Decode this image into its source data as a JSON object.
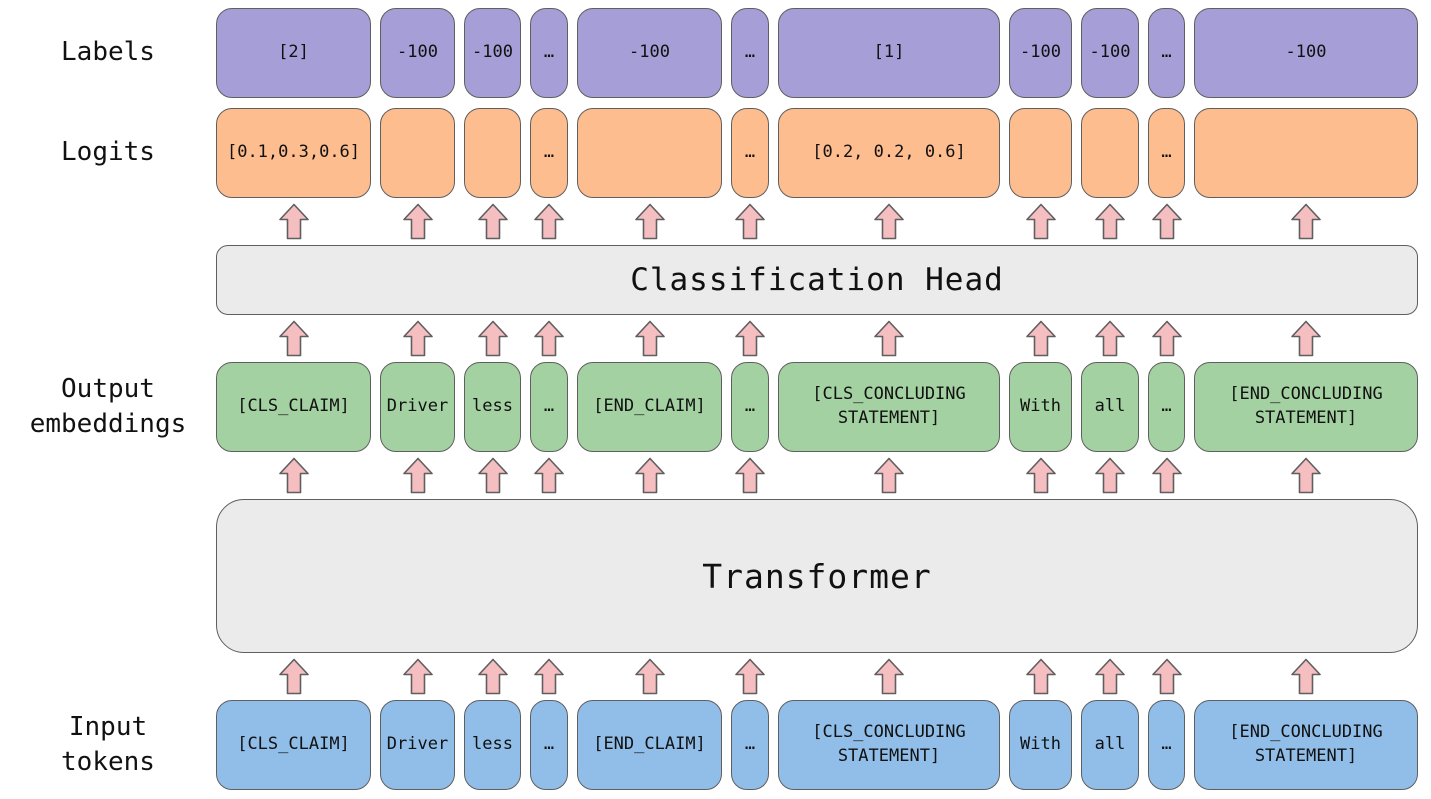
{
  "rows": {
    "labels": {
      "label": "Labels",
      "cells": [
        "[2]",
        "-100",
        "-100",
        "…",
        "-100",
        "…",
        "[1]",
        "-100",
        "-100",
        "…",
        "-100"
      ]
    },
    "logits": {
      "label": "Logits",
      "cells": [
        "[0.1,0.3,0.6]",
        "",
        "",
        "…",
        "",
        "…",
        "[0.2, 0.2, 0.6]",
        "",
        "",
        "…",
        ""
      ]
    },
    "classification_head": {
      "label": "Classification Head"
    },
    "output_embeddings": {
      "label": "Output embeddings",
      "cells": [
        "[CLS_CLAIM]",
        "Driver",
        "less",
        "…",
        "[END_CLAIM]",
        "…",
        "[CLS_CONCLUDING STATEMENT]",
        "With",
        "all",
        "…",
        "[END_CONCLUDING STATEMENT]"
      ]
    },
    "transformer": {
      "label": "Transformer"
    },
    "input_tokens": {
      "label": "Input tokens",
      "cells": [
        "[CLS_CLAIM]",
        "Driver",
        "less",
        "…",
        "[END_CLAIM]",
        "…",
        "[CLS_CONCLUDING STATEMENT]",
        "With",
        "all",
        "…",
        "[END_CONCLUDING STATEMENT]"
      ]
    }
  },
  "arrows": {
    "per_row": 11,
    "rows": 4,
    "direction": "up",
    "icon": "up-block-arrow-icon"
  },
  "colors": {
    "labels_box": "#a69ed6",
    "logits_box": "#fdbd8e",
    "embeddings_box": "#a4d1a2",
    "tokens_box": "#90bee9",
    "module_box": "#ebebeb",
    "arrow_fill": "#f5bec1",
    "border": "#5f5f5f"
  }
}
